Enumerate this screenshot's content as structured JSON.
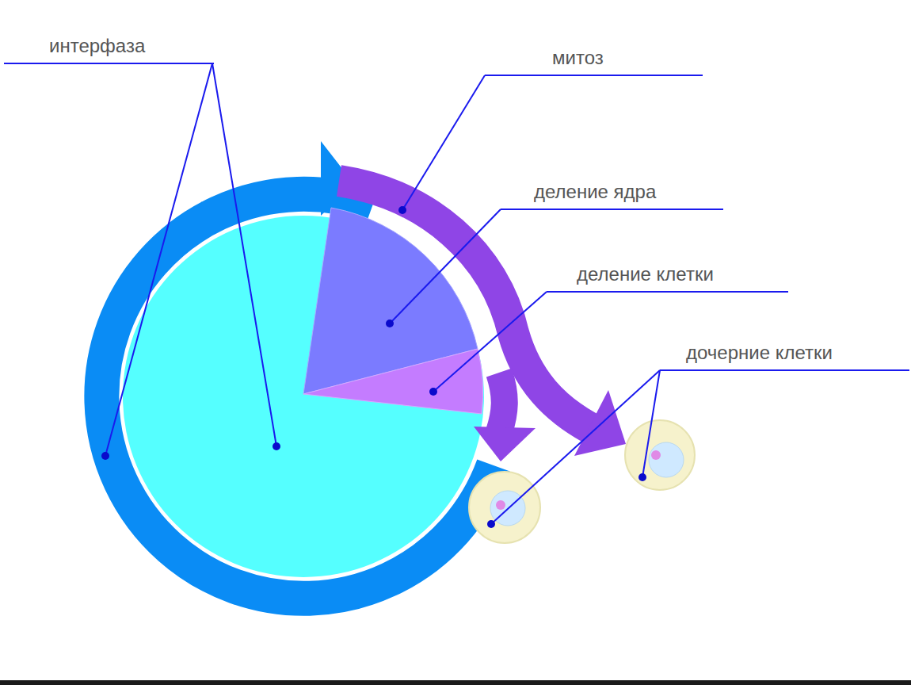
{
  "diagram": {
    "labels": [
      "интерфаза",
      "митоз",
      "деление ядра",
      "деление клетки",
      "дочерние клетки"
    ]
  }
}
